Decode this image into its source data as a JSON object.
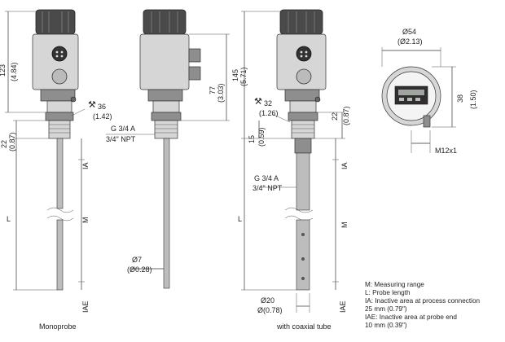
{
  "dims": {
    "d123": "123",
    "d123in": "(4.84)",
    "d22a": "22",
    "d22ain": "(0.87)",
    "d145": "145",
    "d145in": "(5.71)",
    "d77": "77",
    "d77in": "(3.03)",
    "d22b": "22",
    "d22bin": "(0.87)",
    "d15": "15",
    "d15in": "(0.59)",
    "d38": "38",
    "d38in": "(1.50)",
    "d54": "Ø54",
    "d54in": "(Ø2.13)",
    "d7": "Ø7",
    "d7in": "(Ø0.28)",
    "d20": "Ø20",
    "d20in": "Ø(0.78)",
    "wrench36": "36",
    "wrench36in": "(1.42)",
    "wrench32": "32",
    "wrench32in": "(1.26)",
    "threadA": "G 3/4 A",
    "threadAnpt": "3/4\" NPT",
    "threadB": "G 3/4 A",
    "threadBnpt": "3/4\" NPT",
    "m12": "M12x1",
    "ia1": "IA",
    "m1": "M",
    "iae1": "IAE",
    "ia2": "IA",
    "m2": "M",
    "iae2": "IAE",
    "L1": "L",
    "L2": "L"
  },
  "captions": {
    "monoprobe": "Monoprobe",
    "coaxial": "with coaxial tube"
  },
  "legend": [
    "M:  Measuring range",
    "L:   Probe length",
    "IA:   Inactive area at process connection",
    "         25 mm (0.79\")",
    "IAE: Inactive area at probe end",
    "         10 mm (0.39\")"
  ]
}
